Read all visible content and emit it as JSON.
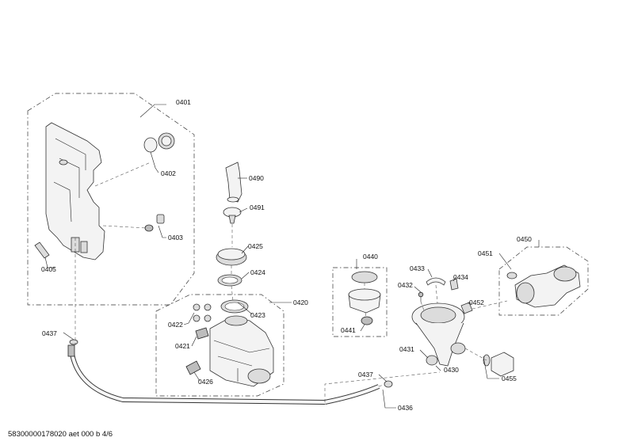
{
  "footer": {
    "doc_code": "58300000178020 aet 000 b 4/6"
  },
  "callouts": {
    "c0401": "0401",
    "c0402": "0402",
    "c0403": "0403",
    "c0405": "0405",
    "c0490": "0490",
    "c0491": "0491",
    "c0425": "0425",
    "c0424": "0424",
    "c0420": "0420",
    "c0422": "0422",
    "c0423": "0423",
    "c0421": "0421",
    "c0426": "0426",
    "c0437a": "0437",
    "c0440": "0440",
    "c0441": "0441",
    "c0433": "0433",
    "c0434": "0434",
    "c0432": "0432",
    "c0452": "0452",
    "c0431": "0431",
    "c0430": "0430",
    "c0437b": "0437",
    "c0436": "0436",
    "c0450": "0450",
    "c0451": "0451",
    "c0455": "0455"
  }
}
